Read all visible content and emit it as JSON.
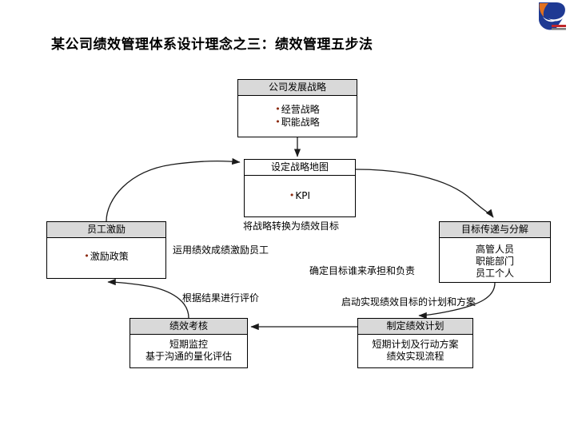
{
  "page": {
    "title": "某公司绩效管理体系设计理念之三：绩效管理五步法",
    "logo_alt": "company-logo"
  },
  "colors": {
    "header_fill": "#d9d9d9",
    "border": "#000000",
    "bullet": "#8c2b10",
    "logo_blue": "#1f3a93",
    "logo_orange": "#e2711d",
    "text": "#000000"
  },
  "nodes": {
    "strategy": {
      "header": "公司发展战略",
      "lines": [
        "经营战略",
        "职能战略"
      ],
      "bulleted": true,
      "header_shaded": true
    },
    "map": {
      "header": "设定战略地图",
      "lines": [
        "KPI"
      ],
      "bulleted": true,
      "header_shaded": false
    },
    "cascade": {
      "header": "目标传递与分解",
      "lines": [
        "高管人员",
        "职能部门",
        "员工个人"
      ],
      "bulleted": false,
      "header_shaded": true
    },
    "motivate": {
      "header": "员工激励",
      "lines": [
        "激励政策"
      ],
      "bulleted": true,
      "header_shaded": true
    },
    "plan": {
      "header": "制定绩效计划",
      "lines": [
        "短期计划及行动方案",
        "绩效实现流程"
      ],
      "bulleted": false,
      "header_shaded": true
    },
    "appraisal": {
      "header": "绩效考核",
      "lines": [
        "短期监控",
        "基于沟通的量化评估"
      ],
      "bulleted": false,
      "header_shaded": true
    }
  },
  "edge_labels": {
    "map_caption": "将战略转换为绩效目标",
    "motivate": "运用绩效成绩激励员工",
    "responsible": "确定目标谁来承担和负责",
    "evaluate": "根据结果进行评价",
    "launch": "启动实现绩效目标的计划和方案"
  },
  "chart_data": {
    "type": "diagram",
    "title": "某公司绩效管理体系设计理念之三：绩效管理五步法",
    "flow": "cycle",
    "steps": [
      {
        "id": "strategy",
        "label": "公司发展战略",
        "details": [
          "经营战略",
          "职能战略"
        ]
      },
      {
        "id": "map",
        "label": "设定战略地图",
        "details": [
          "KPI"
        ]
      },
      {
        "id": "cascade",
        "label": "目标传递与分解",
        "details": [
          "高管人员",
          "职能部门",
          "员工个人"
        ]
      },
      {
        "id": "plan",
        "label": "制定绩效计划",
        "details": [
          "短期计划及行动方案",
          "绩效实现流程"
        ]
      },
      {
        "id": "appraisal",
        "label": "绩效考核",
        "details": [
          "短期监控",
          "基于沟通的量化评估"
        ]
      },
      {
        "id": "motivate",
        "label": "员工激励",
        "details": [
          "激励政策"
        ]
      }
    ],
    "edges": [
      {
        "from": "strategy",
        "to": "map",
        "label": ""
      },
      {
        "from": "map",
        "to": "cascade",
        "label": "确定目标谁来承担和负责"
      },
      {
        "from": "cascade",
        "to": "plan",
        "label": "启动实现绩效目标的计划和方案"
      },
      {
        "from": "plan",
        "to": "appraisal",
        "label": ""
      },
      {
        "from": "appraisal",
        "to": "motivate",
        "label": "根据结果进行评价"
      },
      {
        "from": "motivate",
        "to": "map",
        "label": "运用绩效成绩激励员工"
      }
    ],
    "annotations": [
      "将战略转换为绩效目标"
    ]
  }
}
